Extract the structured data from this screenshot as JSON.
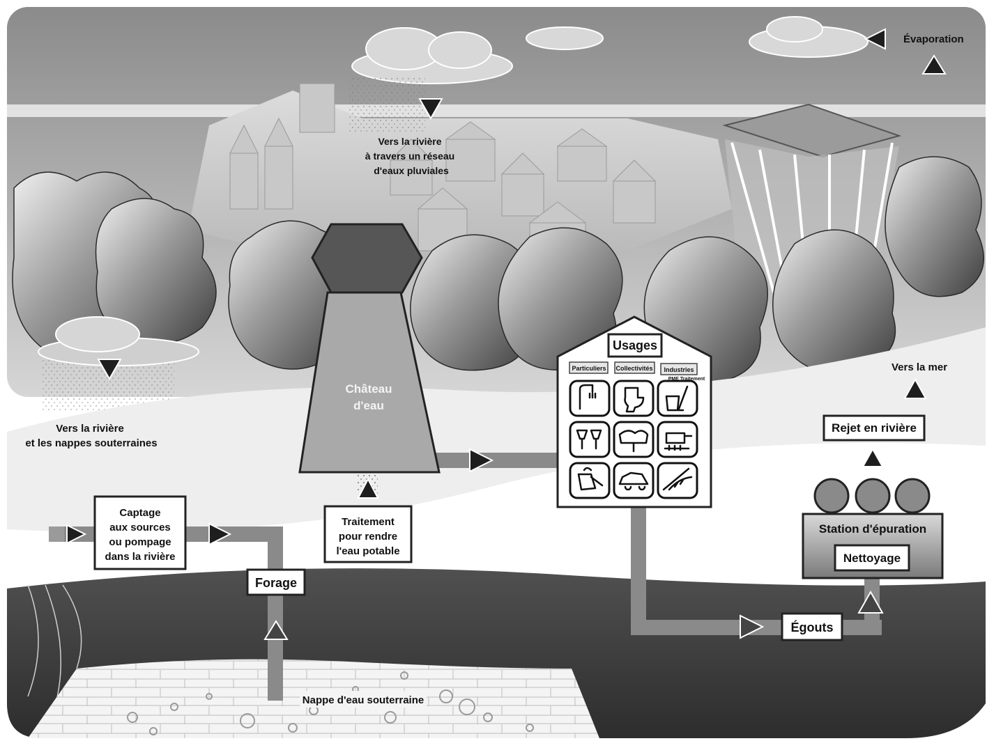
{
  "labels": {
    "evaporation": "Évaporation",
    "rain_city_1": "Vers la rivière",
    "rain_city_2": "à travers un réseau",
    "rain_city_3": "d'eaux pluviales",
    "rain_left_1": "Vers la rivière",
    "rain_left_2": "et les nappes souterraines",
    "sea": "Vers la mer",
    "tower_1": "Château",
    "tower_2": "d'eau",
    "captage_1": "Captage",
    "captage_2": "aux sources",
    "captage_3": "ou pompage",
    "captage_4": "dans la rivière",
    "forage": "Forage",
    "traitement_1": "Traitement",
    "traitement_2": "pour rendre",
    "traitement_3": "l'eau potable",
    "usages": "Usages",
    "usage_particuliers": "Particuliers",
    "usage_collectivites": "Collectivités",
    "usage_industries": "Industries",
    "usage_pme": "PME Traitement",
    "rejet": "Rejet en rivière",
    "station": "Station d'épuration",
    "nettoyage": "Nettoyage",
    "egouts": "Égouts",
    "nappe": "Nappe d'eau souterraine"
  },
  "usage_icons": [
    "shower-icon",
    "toilet-icon",
    "bucket-mop-icon",
    "glasses-icon",
    "washing-icon",
    "cooking-pot-icon",
    "watering-can-icon",
    "car-wash-icon",
    "irrigation-icon"
  ],
  "colors": {
    "sky_top": "#8e8e8e",
    "sky_bottom": "#cfcfcf",
    "ground": "#3a3a3a",
    "pipe": "#8a8a8a",
    "tower": "#a9a9a9",
    "tower_head": "#555555"
  }
}
